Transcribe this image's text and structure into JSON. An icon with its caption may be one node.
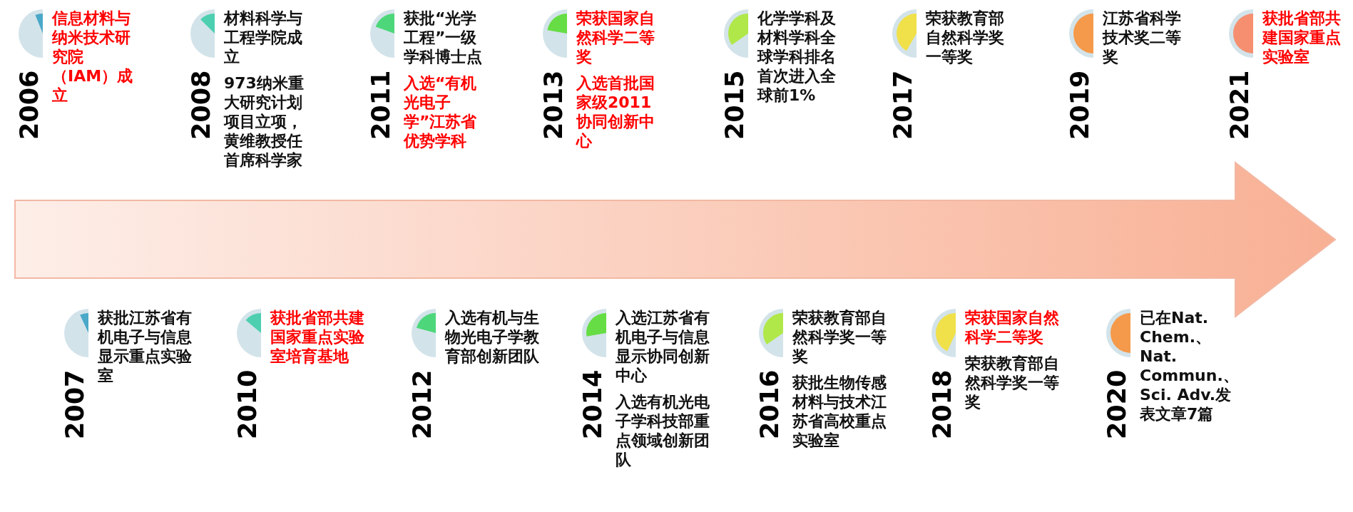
{
  "diagram": {
    "nodes": [
      {
        "text": [
          "2006",
          "信息材料与纳米技术研究院（IAM）成立"
        ]
      },
      {
        "text": [
          "2007",
          "获批江苏省有机电子与信息显示重点实验室"
        ]
      },
      {
        "text": [
          "2008",
          "材料科学与工程学院成立",
          "973纳米重大研究计划项目立项，黄维教授任首席科学家"
        ]
      },
      {
        "text": [
          "2010",
          "获批省部共建国家重点实验室培育基地"
        ]
      },
      {
        "text": [
          "2011",
          "获批“光学工程”一级学科博士点",
          "入选“有机光电子学”江苏省优势学科"
        ]
      },
      {
        "text": [
          "2012",
          "入选有机与生物光电子学教育部创新团队"
        ]
      },
      {
        "text": [
          "2013",
          "荣获国家自然科学二等奖",
          "入选首批国家级2011协同创新中心"
        ]
      },
      {
        "text": [
          "2014",
          "入选江苏省有机电子与信息显示协同创新中心",
          "入选有机光电子学科技部重点领域创新团队"
        ]
      },
      {
        "text": [
          "2015",
          "化学学科及材料学科全球学科排名首次进入全球前1%"
        ]
      },
      {
        "text": [
          "2016",
          "荣获教育部自然科学奖一等奖",
          "获批生物传感材料与技术江苏省高校重点实验室"
        ]
      },
      {
        "text": [
          "2017",
          "荣获教育部自然科学奖一等奖"
        ]
      },
      {
        "text": [
          "2018",
          "荣获国家自然科学二等奖",
          "荣获教育部自然科学奖一等奖"
        ]
      },
      {
        "text": [
          "2019",
          "江苏省科学技术奖二等奖"
        ]
      },
      {
        "text": [
          "2020",
          "已在Nat. Chem.、Nat. Commun.、Sci. Adv.发表文章7篇"
        ]
      },
      {
        "text": [
          "2021",
          "获批省部共建国家重点实验室"
        ]
      }
    ]
  }
}
